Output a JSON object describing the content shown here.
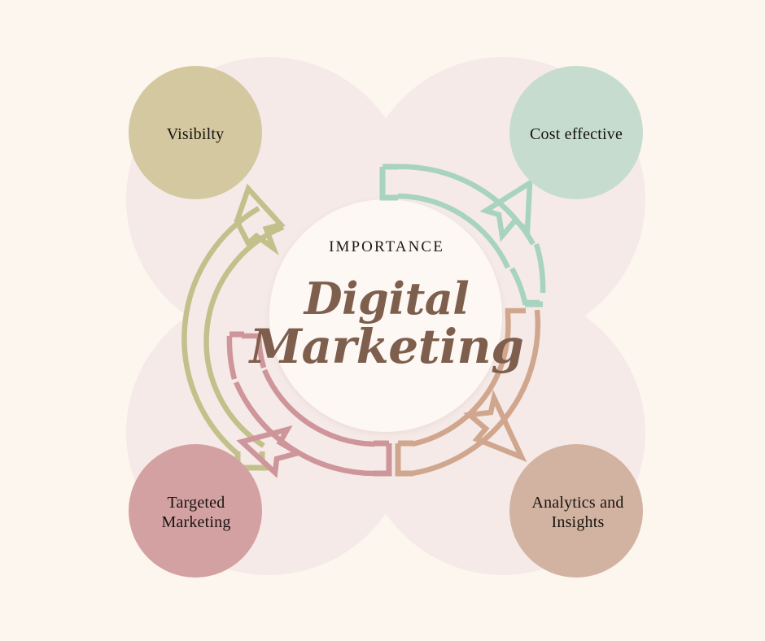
{
  "diagram": {
    "title_eyebrow": "IMPORTANCE",
    "title_script_line1": "Digital",
    "title_script_line2": "Marketing",
    "background_color": "#FDF6EF",
    "center_circle_color": "#FDF8F3",
    "petal_color": "#F5EAE7",
    "script_color": "#7E5E4C",
    "eyebrow_color": "#201A16",
    "nodes": [
      {
        "id": "visibility",
        "label": "Visibilty",
        "label_lines": [
          "Visibilty"
        ],
        "position": "top-left",
        "circle_color": "#D3C89F",
        "arrow_color": "#C3C08C",
        "text_color": "#17130F"
      },
      {
        "id": "cost-effective",
        "label": "Cost effective",
        "label_lines": [
          "Cost effective"
        ],
        "position": "top-right",
        "circle_color": "#C6DCCE",
        "arrow_color": "#A8D3C0",
        "text_color": "#17130F"
      },
      {
        "id": "targeted-marketing",
        "label": "Targeted Marketing",
        "label_lines": [
          "Targeted",
          "Marketing"
        ],
        "position": "bottom-left",
        "circle_color": "#D4A1A2",
        "arrow_color": "#CE959A",
        "text_color": "#17130F"
      },
      {
        "id": "analytics-insights",
        "label": "Analytics and Insights",
        "label_lines": [
          "Analytics and",
          "Insights"
        ],
        "position": "bottom-right",
        "circle_color": "#D2B3A1",
        "arrow_color": "#D0A78E",
        "text_color": "#17130F"
      }
    ],
    "arrows": [
      {
        "id": "arrow-to-visibility",
        "from": "center-bottom-left",
        "to": "visibility",
        "direction": "counter-clockwise",
        "color": "#C3C08C"
      },
      {
        "id": "arrow-to-cost",
        "from": "center-top-left",
        "to": "cost-effective",
        "direction": "clockwise",
        "color": "#A8D3C0"
      },
      {
        "id": "arrow-to-targeted",
        "from": "center-bottom-right",
        "to": "targeted-marketing",
        "direction": "counter-clockwise",
        "color": "#CE959A"
      },
      {
        "id": "arrow-to-analytics",
        "from": "center-bottom-left",
        "to": "analytics-insights",
        "direction": "clockwise",
        "color": "#D0A78E"
      }
    ]
  }
}
